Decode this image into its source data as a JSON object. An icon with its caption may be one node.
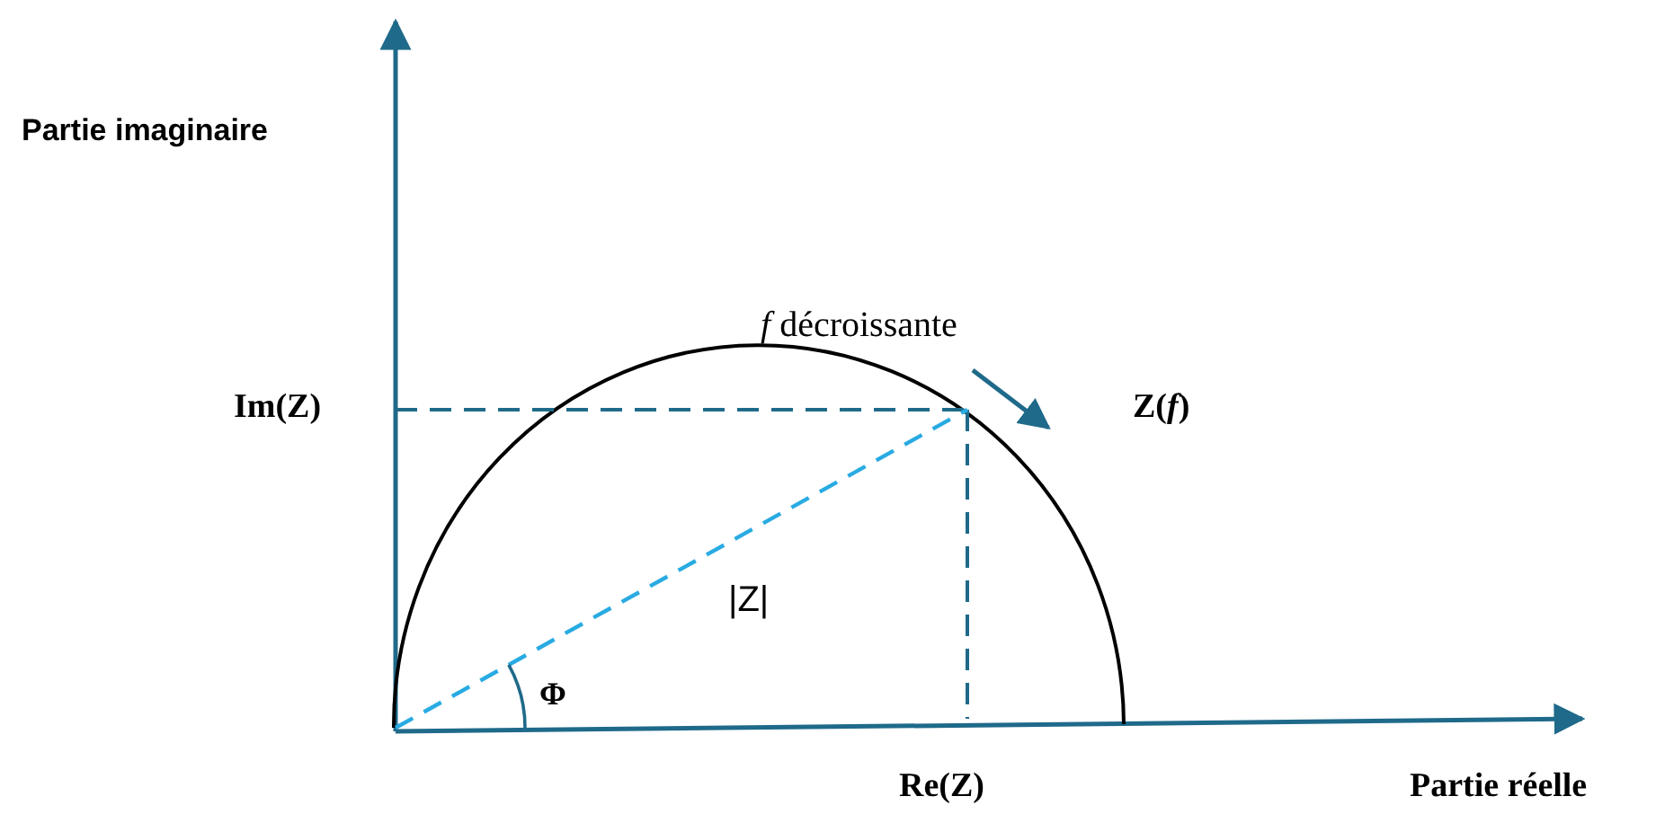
{
  "diagram": {
    "labels": [
      "Partie imaginaire",
      "*f* décroissante",
      "Im(Z)",
      "Z(*f*)",
      "|Z|",
      "Φ",
      "Re(Z)",
      "Partie réelle"
    ]
  }
}
